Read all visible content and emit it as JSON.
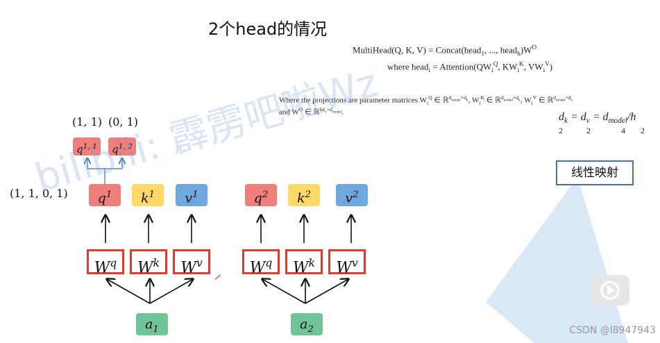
{
  "title": "2个head的情况",
  "formulas": {
    "multihead": "MultiHead(Q, K, V) = Concat(head",
    "multihead_mid": ", ..., head",
    "multihead_end": ")W",
    "where": "where head",
    "where_end": " = Attention(QW",
    "projections_line1": "Where the projections are parameter matrices W",
    "projections_line2": "and W",
    "dk_eq": "d",
    "dims": [
      "2",
      "2",
      "4",
      "2"
    ]
  },
  "linear_box": "线性映射",
  "head1": {
    "input_label": "(1, 1, 0, 1)",
    "out_labels": [
      "(1, 1)",
      "(0, 1)"
    ],
    "small": [
      "q",
      "q"
    ],
    "small_sup": [
      "1, 1",
      "1, 2"
    ],
    "qkv": [
      "q",
      "k",
      "v"
    ],
    "qkv_sup": [
      "1",
      "1",
      "1"
    ],
    "w": [
      "W",
      "W",
      "W"
    ],
    "w_sup": [
      "q",
      "k",
      "v"
    ],
    "a": "a",
    "a_sub": "1"
  },
  "head2": {
    "qkv": [
      "q",
      "k",
      "v"
    ],
    "qkv_sup": [
      "2",
      "2",
      "2"
    ],
    "w": [
      "W",
      "W",
      "W"
    ],
    "w_sup": [
      "q",
      "k",
      "v"
    ],
    "a": "a",
    "a_sub": "2"
  },
  "watermark": "bilibili: 霹雳吧啦Wz",
  "footer": "CSDN @l8947943",
  "colors": {
    "q": "#f07f7a",
    "k": "#ffd966",
    "v": "#6fa8dc",
    "a": "#6fc49a",
    "w_border": "#e03a2f",
    "linear_border": "#4a6fa5"
  },
  "icons": {
    "play": "play-button-icon"
  }
}
